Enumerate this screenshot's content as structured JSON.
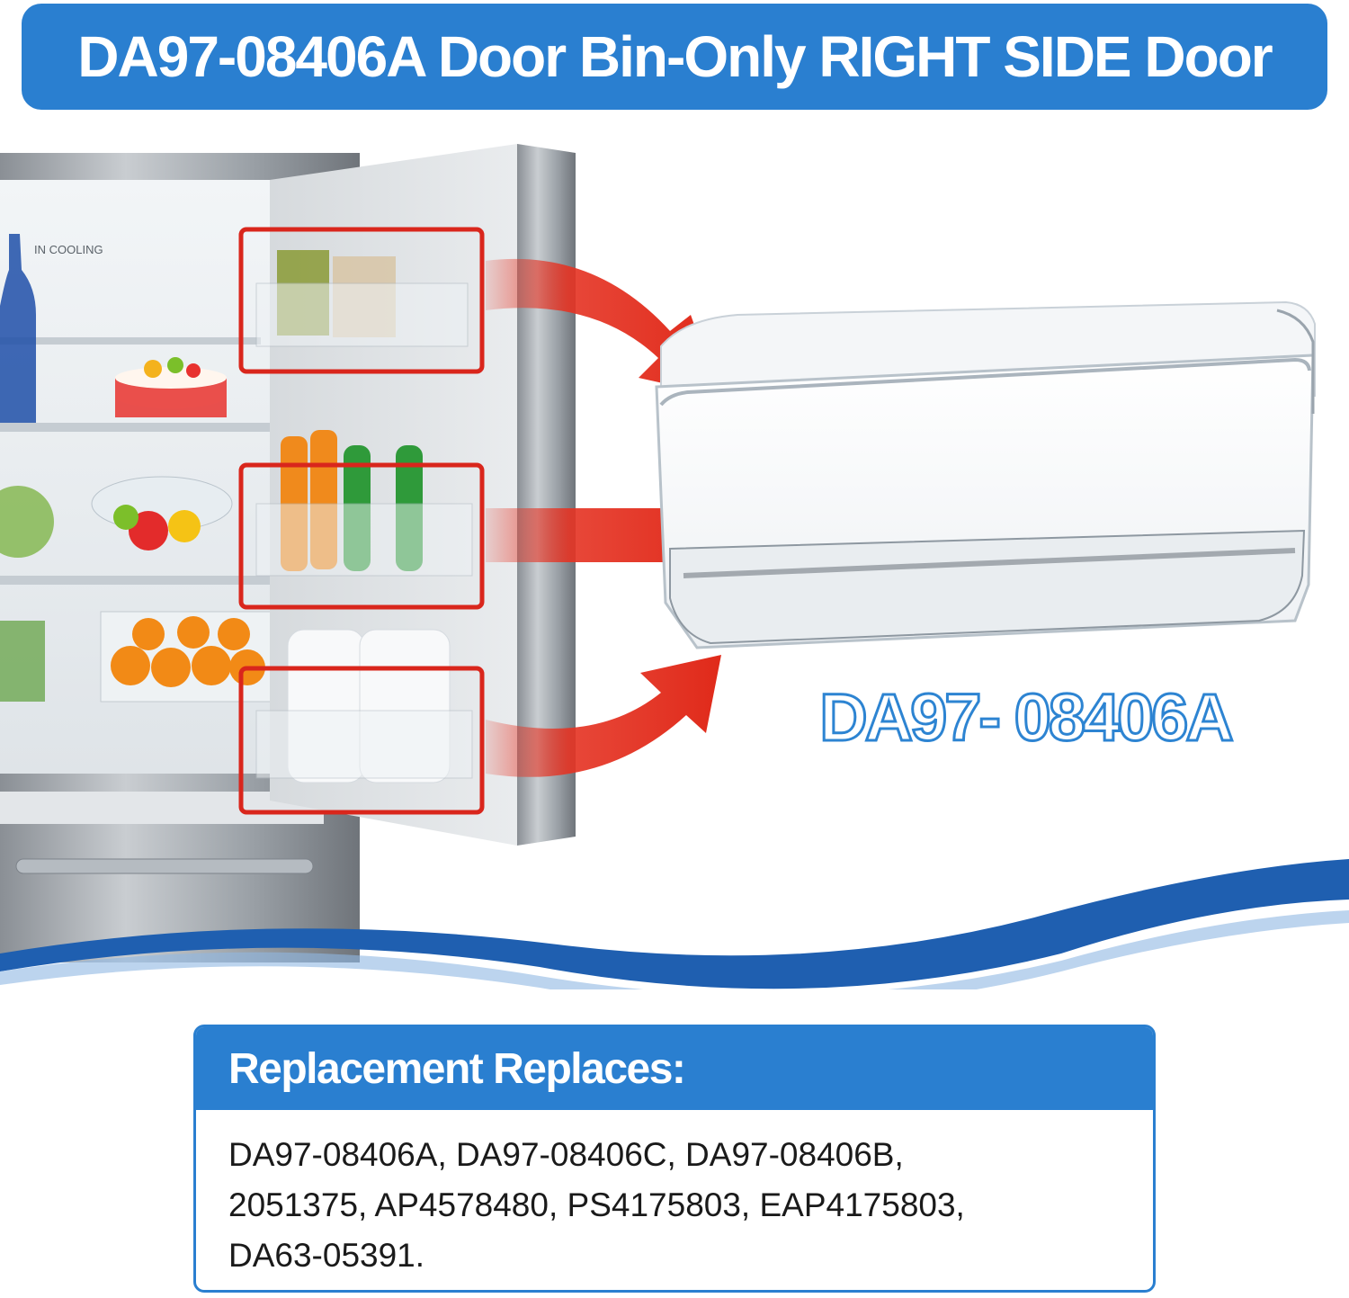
{
  "banner": {
    "title": "DA97-08406A Door Bin-Only RIGHT SIDE Door"
  },
  "product": {
    "part_number": "DA97- 08406A"
  },
  "fridge": {
    "label": "IN COOLING"
  },
  "replaces": {
    "title": "Replacement Replaces:",
    "lines": [
      "DA97-08406A, DA97-08406C, DA97-08406B,",
      "2051375, AP4578480, PS4175803, EAP4175803,",
      "DA63-05391."
    ]
  },
  "colors": {
    "accent": "#2a7fd0",
    "arrow": "#e53323",
    "highlight_box": "#d9261c",
    "wave": "#1f5fb0"
  }
}
